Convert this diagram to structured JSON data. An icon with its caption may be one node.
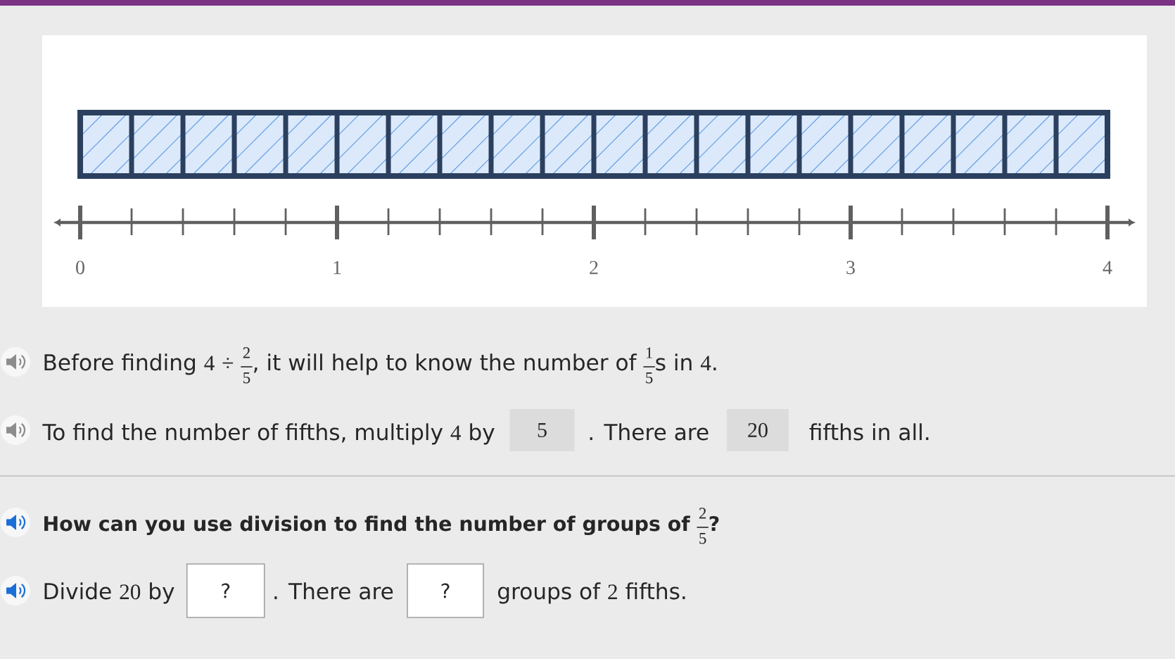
{
  "diagram": {
    "nodes": [
      {
        "text": [
          "5"
        ]
      },
      {
        "text": [
          "20"
        ]
      },
      {
        "text": [
          "?"
        ]
      },
      {
        "text": [
          "?"
        ]
      }
    ],
    "labels": [
      "0",
      "1",
      "2",
      "3",
      "4",
      "Before finding 4 ÷ $^{2}$$_{5}$, it will help to know the number of $^{1}$$_{5}$s in 4.",
      "To find the number of fifths, multiply 4 by",
      ". There are",
      "fifths in all.",
      "How can you use division to find the number of groups of $^{2}$$_{5}$?",
      "Divide 20 by",
      ". There are",
      "groups of 2 fifths."
    ]
  }
}
